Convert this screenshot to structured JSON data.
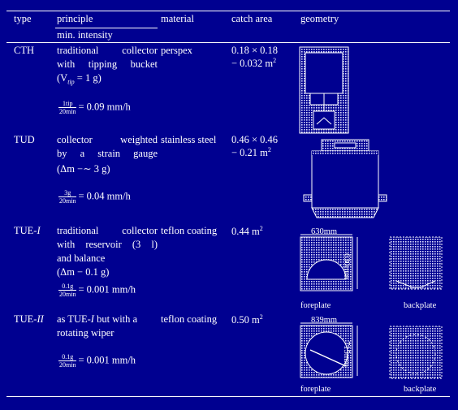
{
  "header": {
    "type": "type",
    "principle": "principle",
    "min_intensity": "min. intensity",
    "material": "material",
    "catch_area": "catch area",
    "geometry": "geometry"
  },
  "rows": [
    {
      "type": "CTH",
      "principle_lines": [
        "traditional collector",
        "with tipping bucket",
        "(V",
        "tip",
        " = 1 g)"
      ],
      "intensity": {
        "num": "1tip",
        "den": "20min",
        "value": "= 0.09 mm/h"
      },
      "material": "perspex",
      "catch_area": [
        "0.18 × 0.18",
        "− 0.032 m",
        "2"
      ]
    },
    {
      "type": "TUD",
      "principle_lines": [
        "collector weighted",
        "by a strain gauge",
        "(Δm −∼ 3 g)"
      ],
      "intensity": {
        "num": "3g",
        "den": "20min",
        "value": "= 0.04 mm/h"
      },
      "material": "stainless steel",
      "catch_area": [
        "0.46 × 0.46",
        "− 0.21 m",
        "2"
      ]
    },
    {
      "type": "TUE-I",
      "principle_lines": [
        "traditional collector",
        "with reservoir (3 l)",
        "and balance",
        "(Δm − 0.1 g)"
      ],
      "intensity": {
        "num": "0.1g",
        "den": "20min",
        "value": "= 0.001 mm/h"
      },
      "material": "teflon coating",
      "catch_area": [
        "0.44 m",
        "2"
      ],
      "geometry": {
        "width": "630mm",
        "height": "630mm",
        "left_caption": "foreplate",
        "right_caption": "backplate"
      }
    },
    {
      "type": "TUE-II",
      "principle_lines": [
        "as TUE-I but with a",
        "rotating wiper"
      ],
      "intensity": {
        "num": "0.1g",
        "den": "20min",
        "value": "= 0.001 mm/h"
      },
      "material": "teflon coating",
      "catch_area": [
        "0.50 m",
        "2"
      ],
      "geometry": {
        "width": "839mm",
        "height": "715mm",
        "left_caption": "foreplate",
        "right_caption": "backplate"
      }
    }
  ]
}
